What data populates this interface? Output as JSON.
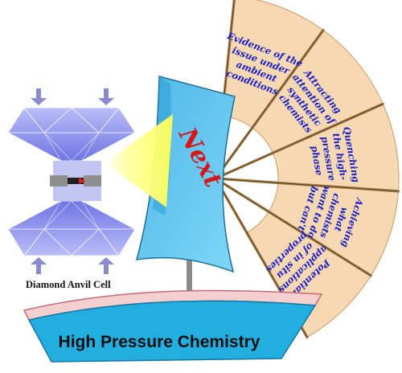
{
  "title": "High Pressure Chemistry",
  "sail_text": "Next",
  "device_label": "Diamond Anvil Cell",
  "fan_labels": [
    [
      "Evidence of the",
      "issue under",
      "ambient",
      "conditions"
    ],
    [
      "Attracting",
      "attention of",
      "synthetic",
      "chemists"
    ],
    [
      "Quenching",
      "the high-",
      "pressure",
      "phase"
    ],
    [
      "Achieving",
      "what",
      "chemists",
      "want to do",
      "but can't"
    ],
    [
      "Potential",
      "applications",
      "of in situ",
      "properties"
    ]
  ],
  "colors": {
    "fan_fill": "#f6d9b3",
    "fan_edge": "#b88a55",
    "fan_text": "#1a20c8",
    "sail": "#57c7ef",
    "boat_hull": "#23aee0",
    "boat_top": "#f0c8c8",
    "boat_rim": "#c46a7a",
    "diamond": "#8f96ee",
    "arrow": "#8a8ad0",
    "beam": "#ffff66",
    "next": "#d81818"
  },
  "icons": [
    "pressure-arrow-icon",
    "diamond-icon",
    "sample-icon"
  ]
}
